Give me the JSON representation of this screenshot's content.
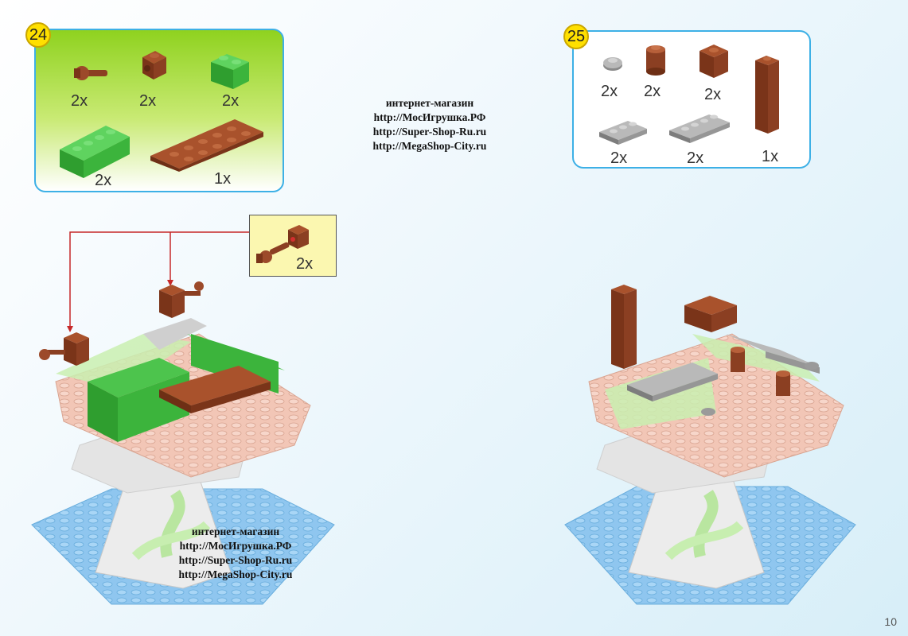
{
  "steps": [
    {
      "number": "24",
      "parts": [
        {
          "name": "brown-clip-arm",
          "qty": "2x"
        },
        {
          "name": "brown-1x1-brick-side-stud",
          "qty": "2x"
        },
        {
          "name": "green-curved-brick",
          "qty": "2x"
        },
        {
          "name": "green-1x4-brick",
          "qty": "2x"
        },
        {
          "name": "brown-2x6-plate",
          "qty": "1x"
        }
      ]
    },
    {
      "number": "25",
      "parts": [
        {
          "name": "gray-1x1-round-plate",
          "qty": "2x"
        },
        {
          "name": "brown-1x1-round-brick",
          "qty": "2x"
        },
        {
          "name": "brown-1x2-brick",
          "qty": "2x"
        },
        {
          "name": "brown-1x1x5-column",
          "qty": "1x"
        },
        {
          "name": "gray-1x3-plate",
          "qty": "2x"
        },
        {
          "name": "gray-1x4-plate",
          "qty": "2x"
        }
      ]
    }
  ],
  "callout": {
    "qty": "2x"
  },
  "watermark": {
    "lines": [
      "интернет-магазин",
      "http://МосИгрушка.РФ",
      "http://Super-Shop-Ru.ru",
      "http://MegaShop-City.ru"
    ]
  },
  "page_number": "10",
  "colors": {
    "panel_border": "#3db0e6",
    "badge": "#ffe000",
    "green_brick": "#3cb43c",
    "brown_brick": "#8b3f22",
    "gray_plate": "#9a9a9a",
    "callout_bg": "#fbf7b0",
    "arrow": "#c62828"
  }
}
